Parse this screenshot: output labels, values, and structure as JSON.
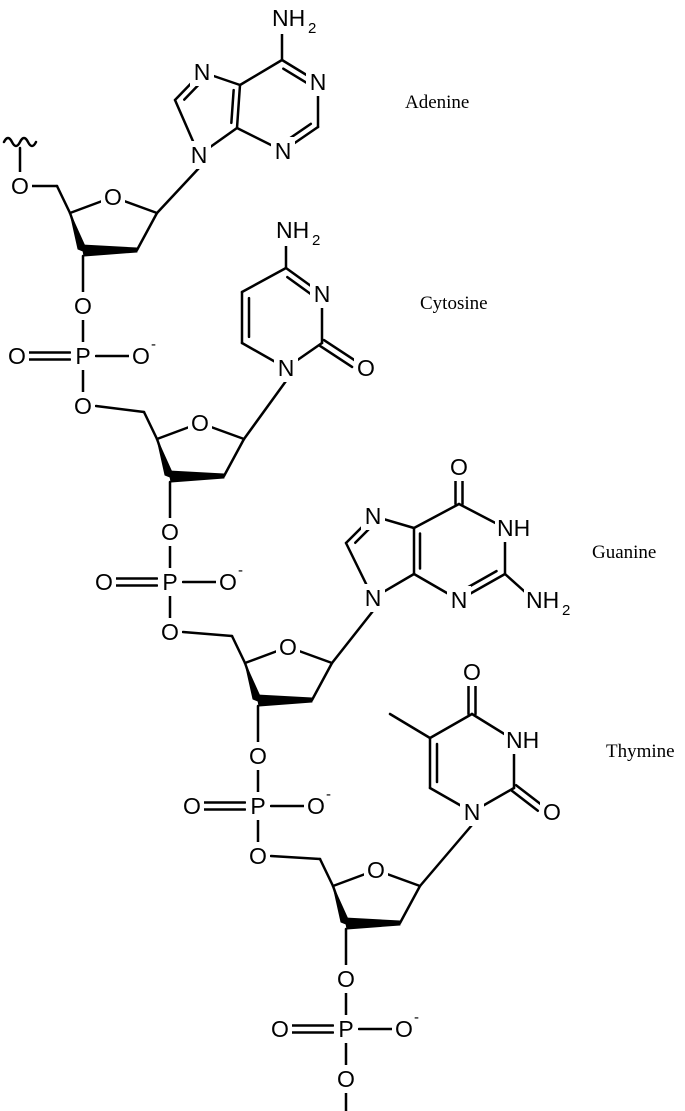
{
  "bases": {
    "adenine": "Adenine",
    "cytosine": "Cytosine",
    "guanine": "Guanine",
    "thymine": "Thymine"
  },
  "atoms": {
    "oxygen": "O",
    "nitrogen": "N",
    "phosphorus": "P",
    "nitrogen_h": "NH",
    "amine": "NH",
    "sub_2": "2",
    "charge_minus": "-"
  }
}
